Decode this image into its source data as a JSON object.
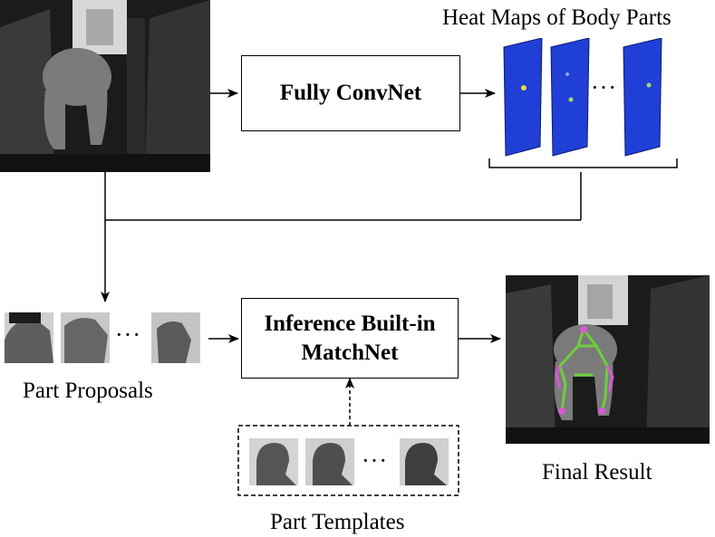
{
  "nodes": {
    "fcn": "Fully ConvNet",
    "matchnet_line1": "Inference Built-in",
    "matchnet_line2": "MatchNet"
  },
  "labels": {
    "heatmaps": "Heat Maps of Body Parts",
    "part_proposals": "Part Proposals",
    "final_result": "Final Result",
    "part_templates": "Part Templates"
  },
  "ellipsis": "···",
  "colors": {
    "heatmap_blue": "#1f3fd6",
    "skeleton_green": "#6cd03a",
    "joint_magenta": "#d65ad6"
  }
}
